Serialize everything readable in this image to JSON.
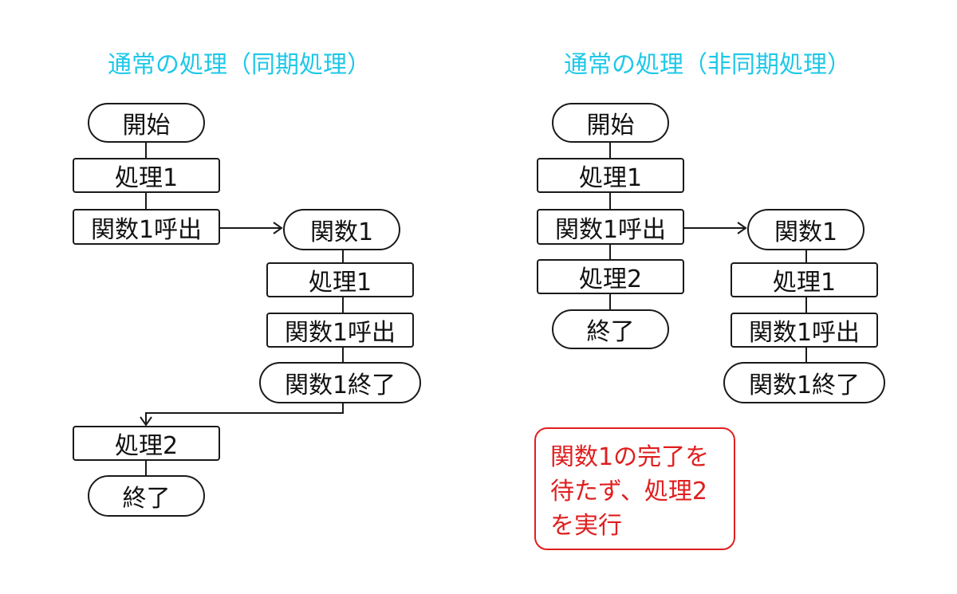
{
  "left": {
    "title": "通常の処理（同期処理）",
    "start": "開始",
    "step1": "処理1",
    "call": "関数1呼出",
    "func_start": "関数1",
    "func_step1": "処理1",
    "func_call": "関数1呼出",
    "func_end": "関数1終了",
    "step2": "処理2",
    "end": "終了"
  },
  "right": {
    "title": "通常の処理（非同期処理）",
    "start": "開始",
    "step1": "処理1",
    "call": "関数1呼出",
    "step2": "処理2",
    "end": "終了",
    "func_start": "関数1",
    "func_step1": "処理1",
    "func_call": "関数1呼出",
    "func_end": "関数1終了"
  },
  "note": {
    "text": "関数1の完了を\n待たず、処理2\nを実行",
    "color": "#e01e1e"
  },
  "colors": {
    "title": "#1ec8e8",
    "stroke": "#1a1a1a"
  }
}
